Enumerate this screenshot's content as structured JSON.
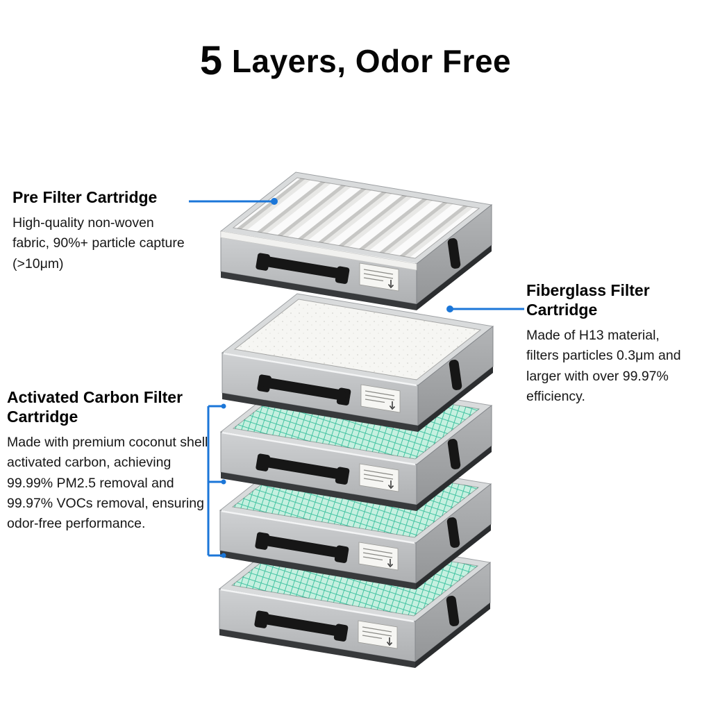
{
  "title": {
    "big": "5",
    "rest": " Layers, Odor Free"
  },
  "callouts": {
    "pre_filter": {
      "heading": "Pre Filter Cartridge",
      "body": "High-quality non-woven fabric, 90%+ particle capture (>10μm)"
    },
    "fiberglass": {
      "heading": "Fiberglass Filter Cartridge",
      "body": "Made of H13 material, filters particles 0.3μm and larger with over 99.97% efficiency."
    },
    "carbon": {
      "heading": "Activated Carbon Filter Cartridge",
      "body": "Made with premium coconut shell activated carbon, achieving 99.99% PM2.5 removal and 99.97% VOCs removal, ensuring odor-free performance."
    }
  },
  "layers": [
    {
      "name": "Pre Filter Cartridge",
      "type": "pleated"
    },
    {
      "name": "Fiberglass Filter Cartridge",
      "type": "fiberglass"
    },
    {
      "name": "Activated Carbon Filter Cartridge",
      "type": "carbon"
    },
    {
      "name": "Activated Carbon Filter Cartridge",
      "type": "carbon"
    },
    {
      "name": "Activated Carbon Filter Cartridge",
      "type": "carbon"
    }
  ],
  "colors": {
    "accent": "#1b76d8",
    "mesh_base": "#c6f0e0",
    "mesh_line": "#43c3a2",
    "frame": "#d9dbdc",
    "handle": "#161616",
    "lip": "#37393b"
  }
}
